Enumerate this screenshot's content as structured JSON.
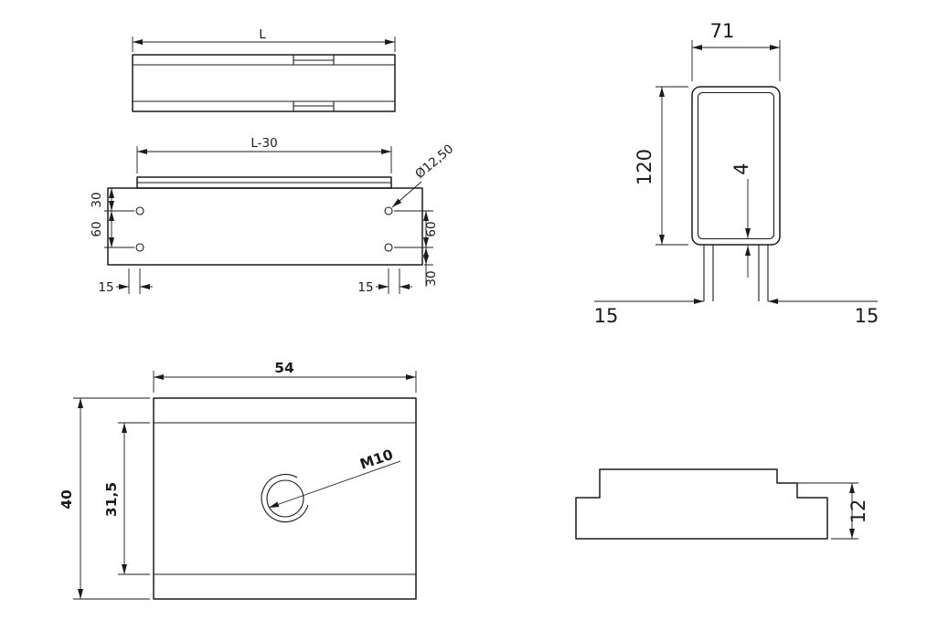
{
  "drawing": {
    "colors": {
      "line": "#1b1b1b",
      "background": "#ffffff"
    },
    "views": {
      "rail_side_view": {
        "dims": {
          "length": "L"
        }
      },
      "rail_front_view": {
        "dims": {
          "top_width": "L-30",
          "hole_diameter": "Ø12,50",
          "left_top": "30",
          "left_mid": "60",
          "right_mid": "60",
          "right_bottom": "30",
          "bottom_left": "15",
          "bottom_right": "15"
        }
      },
      "channel_section_view": {
        "dims": {
          "width": "71",
          "height": "120",
          "wall": "4",
          "foot_left": "15",
          "foot_right": "15"
        }
      },
      "nut_top_view": {
        "dims": {
          "width": "54",
          "height": "40",
          "inner_height": "31,5",
          "thread": "M10"
        }
      },
      "nut_side_view": {
        "dims": {
          "thickness": "12"
        }
      }
    }
  }
}
